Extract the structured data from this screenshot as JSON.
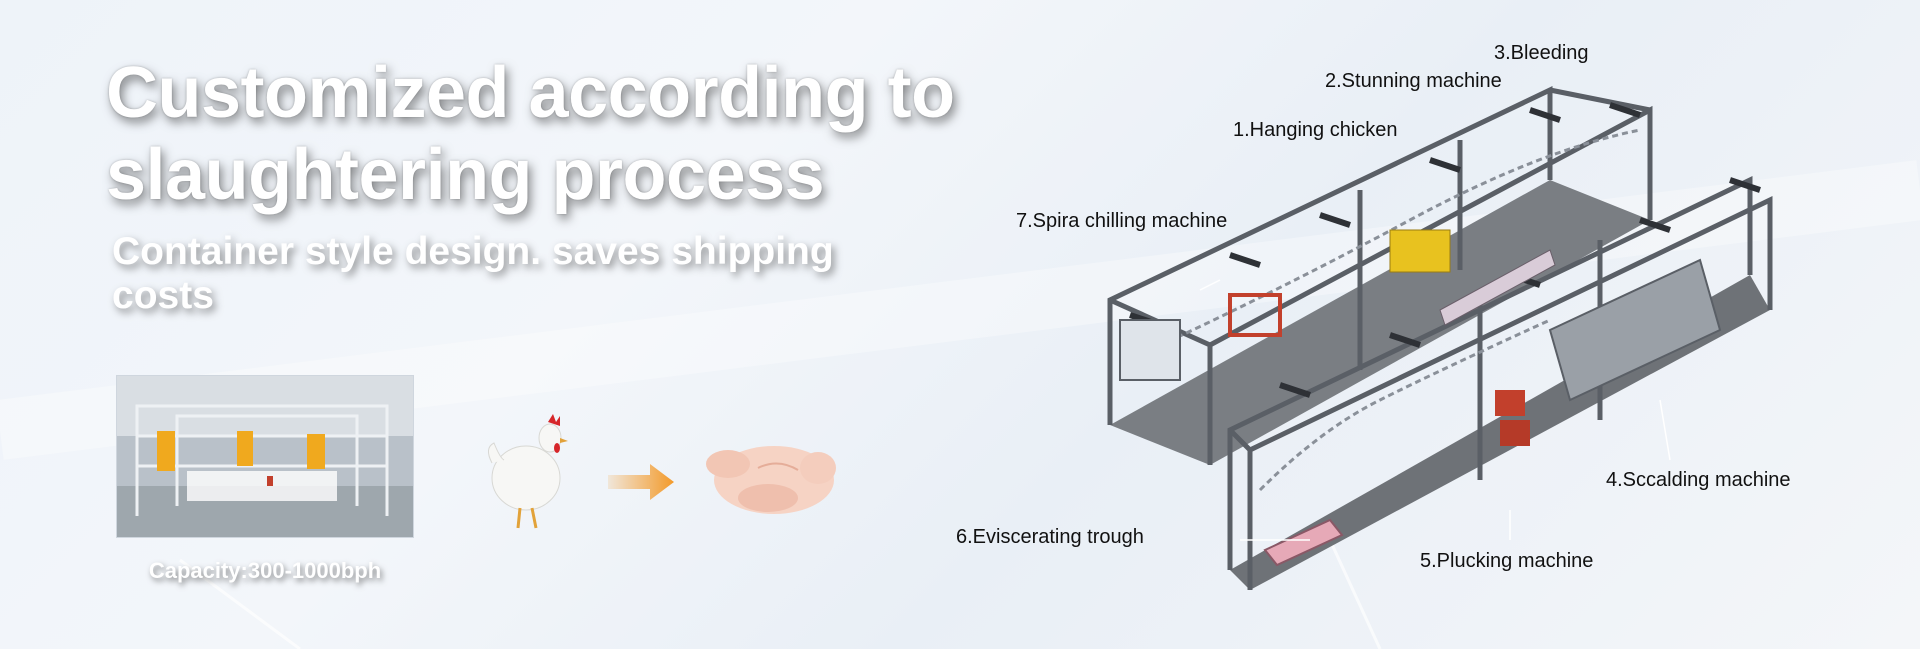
{
  "headline": {
    "line1": "Customized according to",
    "line2": "slaughtering process"
  },
  "subheadline": "Container style design. saves shipping costs",
  "capacity": "Capacity:300-1000bph",
  "diagram_labels": {
    "bleeding": "3.Bleeding",
    "stunning": "2.Stunning machine",
    "hanging": "1.Hanging chicken",
    "chilling": "7.Spira chilling machine",
    "scalding": "4.Sccalding machine",
    "eviscerating": "6.Eviscerating trough",
    "plucking": "5.Plucking machine"
  },
  "colors": {
    "arrow": "#f39a2a",
    "machine_yellow": "#e8c21f",
    "machine_red": "#c2402c",
    "frame": "#5a5f66",
    "floor": "#6e7277"
  }
}
